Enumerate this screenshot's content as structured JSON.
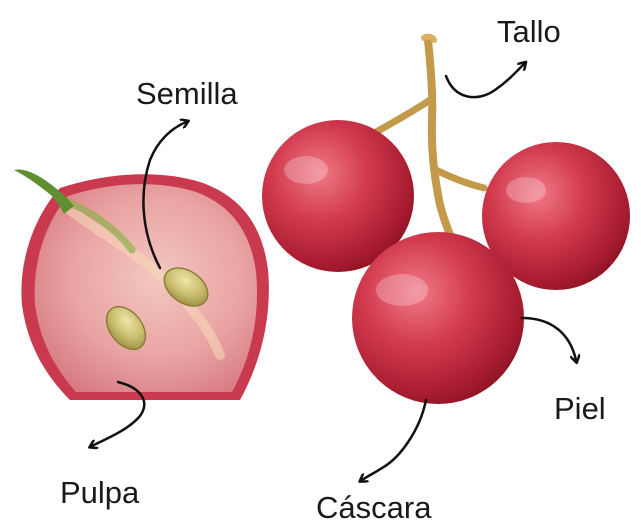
{
  "labels": {
    "tallo": "Tallo",
    "semilla": "Semilla",
    "piel": "Piel",
    "pulpa": "Pulpa",
    "cascara": "Cáscara"
  },
  "colors": {
    "grape_red": "#c8283c",
    "grape_dark": "#8e1424",
    "flesh": "#e9a3a2",
    "seed": "#c6ba6a",
    "stem": "#c39a4a",
    "arrow": "#111111"
  }
}
